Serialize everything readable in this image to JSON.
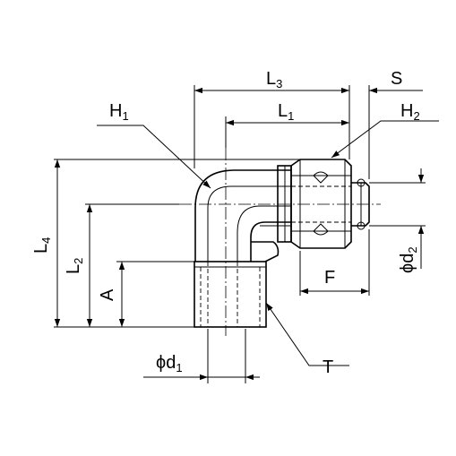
{
  "labels": {
    "L3": {
      "main": "L",
      "sub": "3"
    },
    "S": {
      "main": "S"
    },
    "H1": {
      "main": "H",
      "sub": "1"
    },
    "L1": {
      "main": "L",
      "sub": "1"
    },
    "H2": {
      "main": "H",
      "sub": "2"
    },
    "L4": {
      "main": "L",
      "sub": "4"
    },
    "L2": {
      "main": "L",
      "sub": "2"
    },
    "A": {
      "main": "A"
    },
    "F": {
      "main": "F"
    },
    "phid2": {
      "main": "ϕd",
      "sub": "2"
    },
    "phid1": {
      "main": "ϕd",
      "sub": "1"
    },
    "T": {
      "main": "T"
    }
  }
}
